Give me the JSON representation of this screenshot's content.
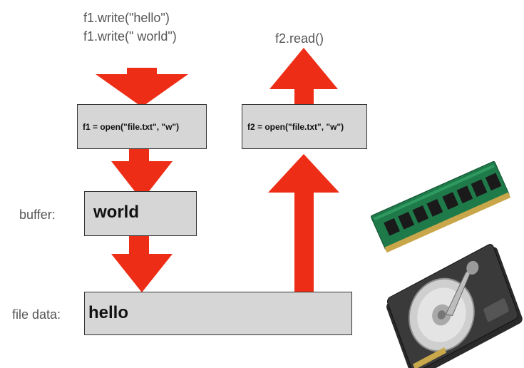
{
  "code_top": {
    "line1": "f1.write(\"hello\")",
    "line2": "f1.write(\" world\")"
  },
  "read_call": "f2.read()",
  "writer_box": {
    "label": "f1 = open(\"file.txt\", \"w\")"
  },
  "reader_box": {
    "label": "f2 = open(\"file.txt\", \"w\")"
  },
  "buffer": {
    "label": "buffer:",
    "value": "world"
  },
  "file_data": {
    "label": "file data:",
    "value": "hello"
  },
  "colors": {
    "arrow": "#ee2d16",
    "box_fill": "#d6d6d6",
    "box_border": "#333333",
    "label_text": "#555555"
  },
  "icons": {
    "memory": "ram-stick-icon",
    "storage": "hard-drive-icon"
  }
}
